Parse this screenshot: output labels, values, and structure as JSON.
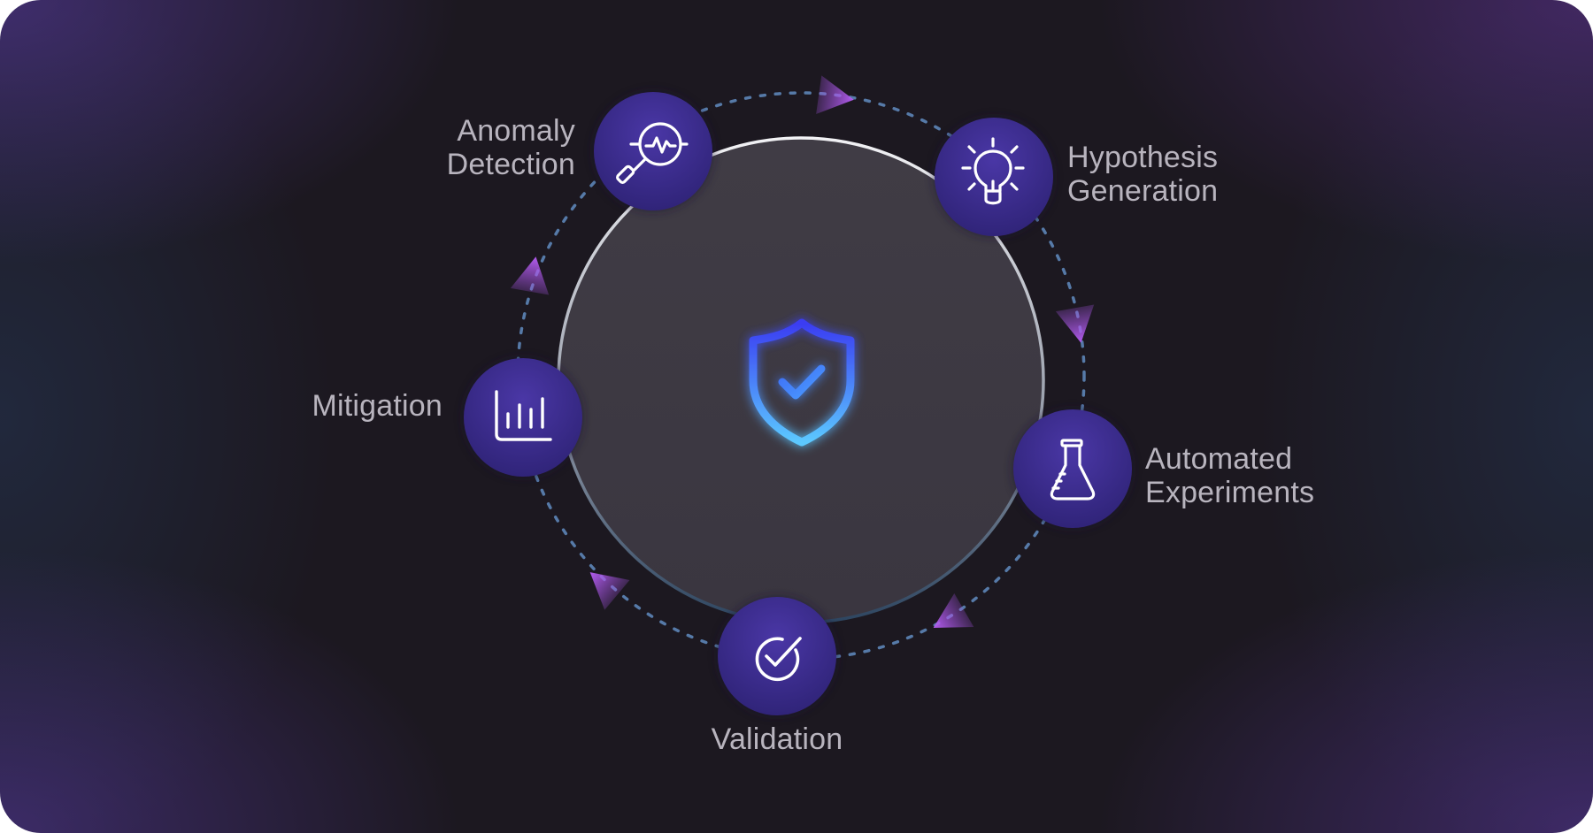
{
  "center": {
    "icon": "shield-check-icon"
  },
  "steps": [
    {
      "key": "anomaly",
      "label": "Anomaly\nDetection",
      "icon": "magnifier-pulse-icon"
    },
    {
      "key": "hypothesis",
      "label": "Hypothesis\nGeneration",
      "icon": "lightbulb-icon"
    },
    {
      "key": "automated",
      "label": "Automated\nExperiments",
      "icon": "flask-icon"
    },
    {
      "key": "validation",
      "label": "Validation",
      "icon": "check-circle-icon"
    },
    {
      "key": "mitigation",
      "label": "Mitigation",
      "icon": "bar-chart-icon"
    }
  ],
  "colors": {
    "background": "#1c1820",
    "node_fill": "#3a2b8c",
    "center_disc": "#3e3b43",
    "dotted_orbit": "#5a7fb0",
    "arrow": "#a55be0",
    "shield_top": "#3f3ff0",
    "shield_bottom": "#5fc8ff",
    "label_text": "#b8b4be"
  }
}
